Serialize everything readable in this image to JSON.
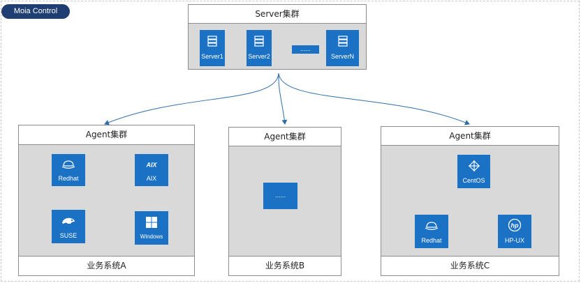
{
  "badge": "Moia Control",
  "server_cluster": {
    "title": "Server集群",
    "servers": [
      "Server1",
      "Server2",
      "ServerN"
    ],
    "ellipsis": "......"
  },
  "agent_clusters": [
    {
      "title": "Agent集群",
      "footer": "业务系统A",
      "nodes": [
        "Redhat",
        "AIX",
        "SUSE",
        "Windows"
      ]
    },
    {
      "title": "Agent集群",
      "footer": "业务系统B",
      "ellipsis": "......"
    },
    {
      "title": "Agent集群",
      "footer": "业务系统C",
      "nodes": [
        "CentOS",
        "Redhat",
        "HP-UX"
      ]
    }
  ],
  "colors": {
    "tile": "#1b72c4",
    "badge": "#1f3f73",
    "panel": "#d9d9d9",
    "connector": "#2f6fa8"
  },
  "icons": [
    "server-icon",
    "redhat-icon",
    "aix-icon",
    "suse-icon",
    "windows-icon",
    "centos-icon",
    "hp-icon"
  ]
}
